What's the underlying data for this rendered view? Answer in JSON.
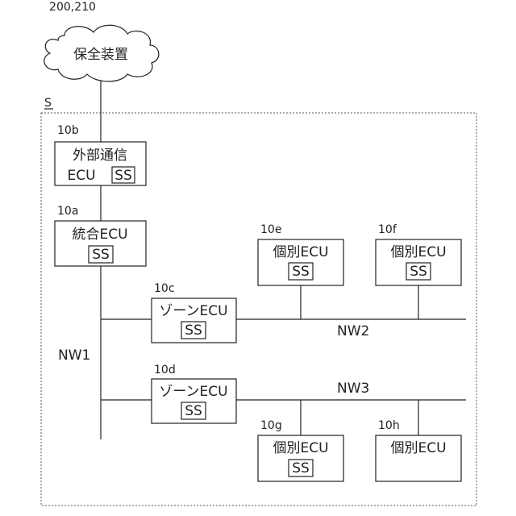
{
  "cloud": {
    "ref": "200,210",
    "label": "保全装置"
  },
  "system_label": "S",
  "networks": {
    "nw1": "NW1",
    "nw2": "NW2",
    "nw3": "NW3"
  },
  "ecus": {
    "ext": {
      "ref": "10b",
      "line1": "外部通信",
      "line2": "ECU",
      "ss": "SS"
    },
    "int": {
      "ref": "10a",
      "label": "統合ECU",
      "ss": "SS"
    },
    "zc": {
      "ref": "10c",
      "label": "ゾーンECU",
      "ss": "SS"
    },
    "zd": {
      "ref": "10d",
      "label": "ゾーンECU",
      "ss": "SS"
    },
    "e": {
      "ref": "10e",
      "label": "個別ECU",
      "ss": "SS"
    },
    "f": {
      "ref": "10f",
      "label": "個別ECU",
      "ss": "SS"
    },
    "g": {
      "ref": "10g",
      "label": "個別ECU",
      "ss": "SS"
    },
    "h": {
      "ref": "10h",
      "label": "個別ECU"
    }
  }
}
